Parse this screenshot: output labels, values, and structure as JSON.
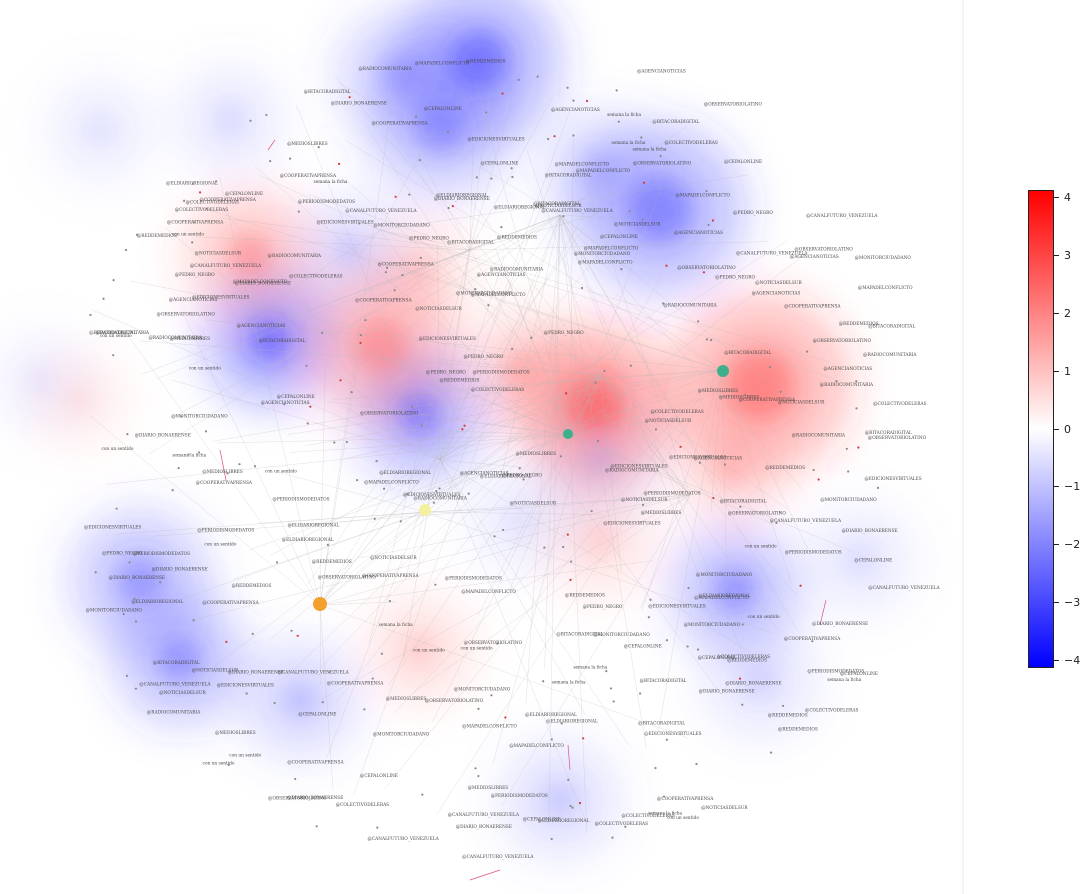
{
  "colorbar": {
    "ticks": [
      "4",
      "3",
      "2",
      "1",
      "0",
      "−1",
      "−2",
      "−3",
      "−4"
    ],
    "min": -4,
    "max": 4,
    "colors": {
      "high": "#ff0000",
      "mid": "#ffffff",
      "low": "#0000ff"
    }
  },
  "node_colors": {
    "teal": "#3fae8a",
    "orange": "#f2a12e",
    "yellow": "#f3f1a0",
    "red": "#d23a3a",
    "gray": "#8a8a8a"
  },
  "labels": [
    "@COLECTIVODELERAS",
    "@DIARIO_BONAERENSE",
    "con un sentido",
    "@PEDRO_NEGRO",
    "@CANALFUTURO_VENEZUELA",
    "semana la ficha",
    "@EDICIONESVIRTUALES",
    "@MONITORCIUDADANO",
    "@CEPALONLINE",
    "@OBSERVATORIOLATINO",
    "@REDDEMEDIOS",
    "@MEDIOSLIBRES",
    "@BITACORADIGITAL",
    "@AGENCIANOTICIAS",
    "@PERIODISMODEDATOS",
    "@NOTICIASDELSUR",
    "@RADIOCOMUNITARIA",
    "@COOPERATIVAPRENSA",
    "@MAPADELCONFLICTO",
    "@ELDIARIOREGIONAL"
  ]
}
